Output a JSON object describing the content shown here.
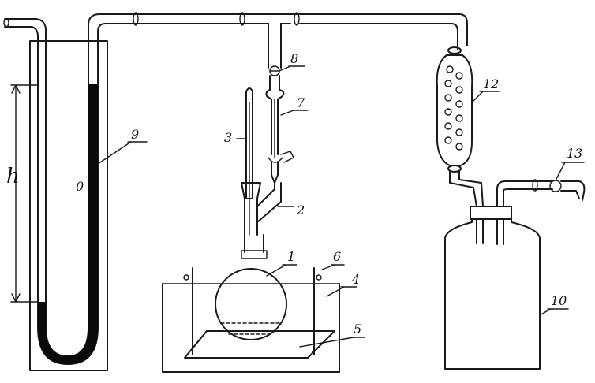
{
  "diagram": {
    "labels": {
      "flask": "1",
      "side_arm": "2",
      "thermometer": "3",
      "water_bath": "4",
      "heater_plate": "5",
      "electrode": "6",
      "condenser_inner": "7",
      "stopcock_top": "8",
      "manometer_fluid": "9",
      "bottle": "10",
      "coil_condenser": "12",
      "stopcock_right": "13",
      "height": "h",
      "zero_mark": "0"
    },
    "colors": {
      "line": "#1a1a1a",
      "fluid": "#0a0a0a",
      "background": "#ffffff"
    }
  }
}
